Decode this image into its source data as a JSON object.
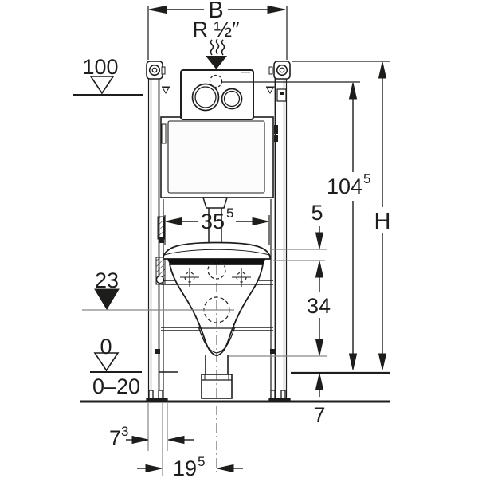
{
  "drawing": {
    "type": "technical-installation-diagram",
    "subject": "wall-hung toilet concealed-cistern mounting frame, front elevation with dimensions",
    "colors": {
      "line": "#1d1d1b",
      "leader": "#868686",
      "bg": "#ffffff",
      "seat_band": "#111111"
    },
    "labels": {
      "frame_width": "B",
      "water_supply": "R ½″",
      "level_100": "100",
      "height_total": "H",
      "height_actuator_main": "104",
      "height_actuator_sup": "5",
      "bowl_width_main": "35",
      "bowl_width_sup": "5",
      "gap_seat": "5",
      "bowl_height": "34",
      "outlet_level": "23",
      "level_zero": "0",
      "floor_range": "0–20",
      "floor_thickness": "7",
      "side_offset_main": "7",
      "side_offset_sup": "3",
      "outlet_offset_main": "19",
      "outlet_offset_sup": "5"
    }
  }
}
